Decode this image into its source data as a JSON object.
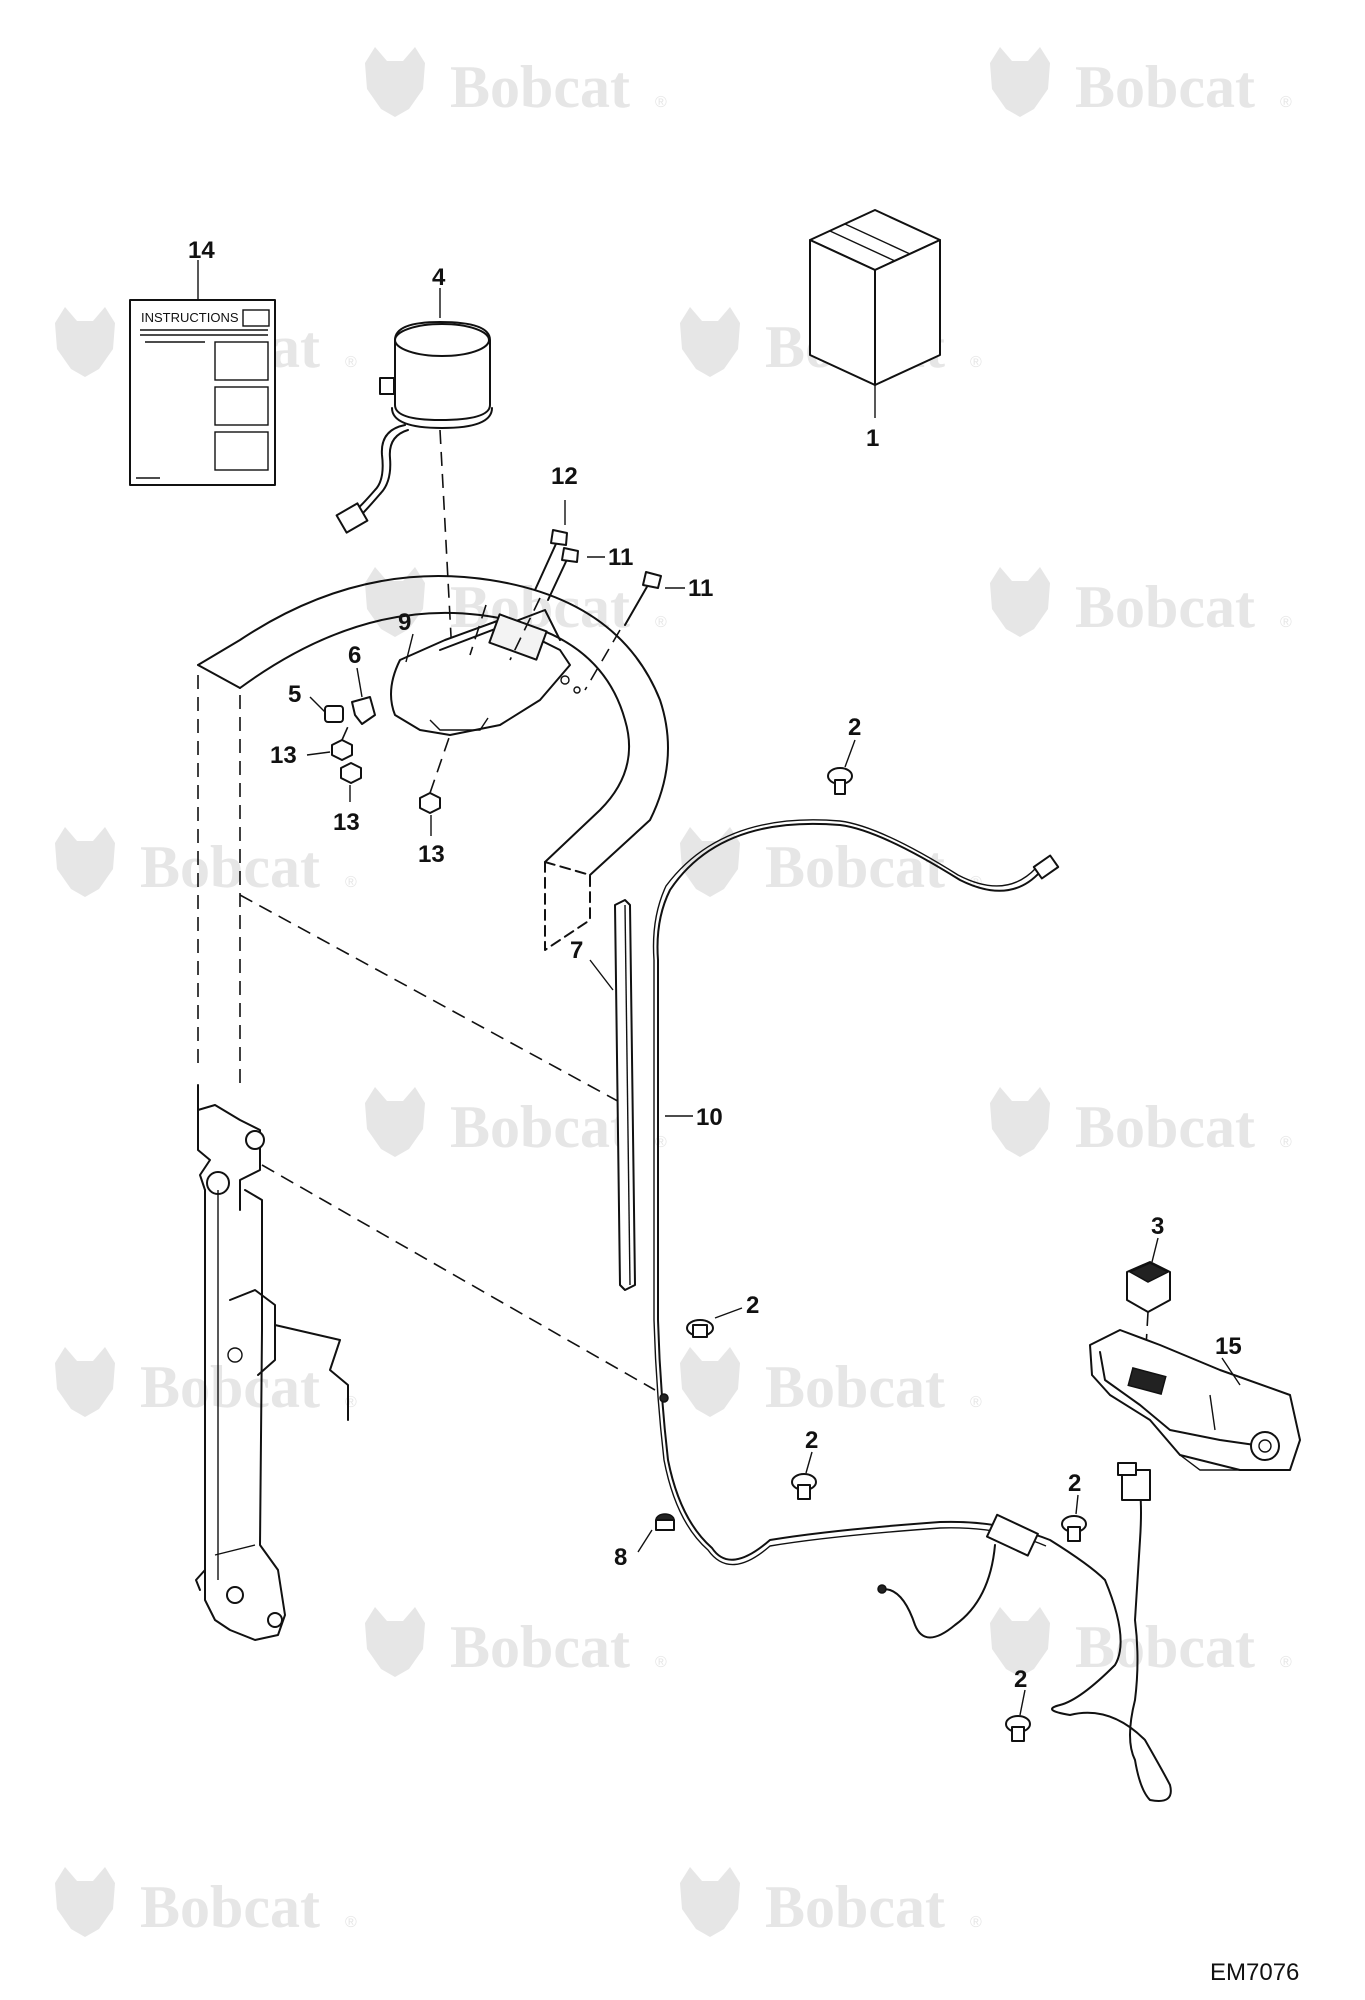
{
  "watermark": {
    "text": "Bobcat",
    "mark": "®",
    "color": "#e6e6e6"
  },
  "instructions_sheet": {
    "title": "INSTRUCTIONS"
  },
  "document_id": "EM7076",
  "callouts": {
    "c1": "1",
    "c2a": "2",
    "c2b": "2",
    "c2c": "2",
    "c2d": "2",
    "c2e": "2",
    "c3": "3",
    "c4": "4",
    "c5": "5",
    "c6": "6",
    "c7": "7",
    "c8": "8",
    "c9": "9",
    "c10": "10",
    "c11a": "11",
    "c11b": "11",
    "c12": "12",
    "c13a": "13",
    "c13b": "13",
    "c13c": "13",
    "c14": "14",
    "c15": "15"
  }
}
